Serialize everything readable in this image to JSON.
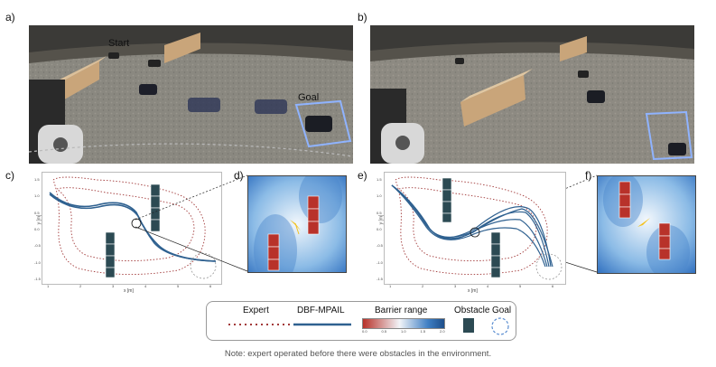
{
  "panels": {
    "a": "a)",
    "b": "b)",
    "c": "c)",
    "d": "d)",
    "e": "e)",
    "f": "f)"
  },
  "photo_a": {
    "start_label": "Start",
    "goal_label": "Goal"
  },
  "plot_c": {
    "xlabel": "x [m]",
    "ylabel": "y [m]",
    "xticks": [
      "1",
      "2",
      "3",
      "4",
      "5",
      "6"
    ],
    "yticks": [
      "1.5",
      "1.0",
      "0.5",
      "0.0",
      "-0.5",
      "-1.0",
      "-1.5"
    ]
  },
  "plot_e": {
    "xlabel": "x [m]",
    "ylabel": "y [m]",
    "xticks": [
      "1",
      "2",
      "3",
      "4",
      "5",
      "6"
    ],
    "yticks": [
      "1.5",
      "1.0",
      "0.5",
      "0.0",
      "-0.5",
      "-1.0",
      "-1.5"
    ]
  },
  "legend": {
    "expert": "Expert",
    "policy": "DBF-MPAIL",
    "barrier": "Barrier range",
    "obstacle": "Obstacle",
    "goal": "Goal",
    "colorbar_ticks": [
      "0.0",
      "0.5",
      "1.0",
      "1.5",
      "2.0"
    ]
  },
  "note": "Note: expert operated before there were obstacles in the environment.",
  "colors": {
    "expert": "#a23a3a",
    "policy": "#2f6190",
    "obstacle": "#2c4a53",
    "goal": "#5b8ed1",
    "heat_low": "#2f6fbf",
    "heat_high": "#e8f1fa",
    "barrier_obstacle": "#b8322a"
  }
}
